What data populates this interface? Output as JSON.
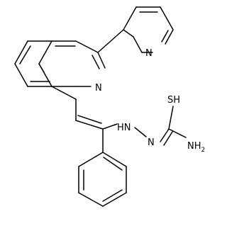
{
  "molecule": {
    "atom_labels": {
      "pyridine_n": "N",
      "isoquinoline_n": "N",
      "hydrazone_nh": "HN",
      "hydrazone_n": "N",
      "thiol_sh": "SH",
      "amine_nh2": "NH",
      "amine_subscript": "2"
    },
    "bond_color": "#000000",
    "background": "#ffffff"
  }
}
